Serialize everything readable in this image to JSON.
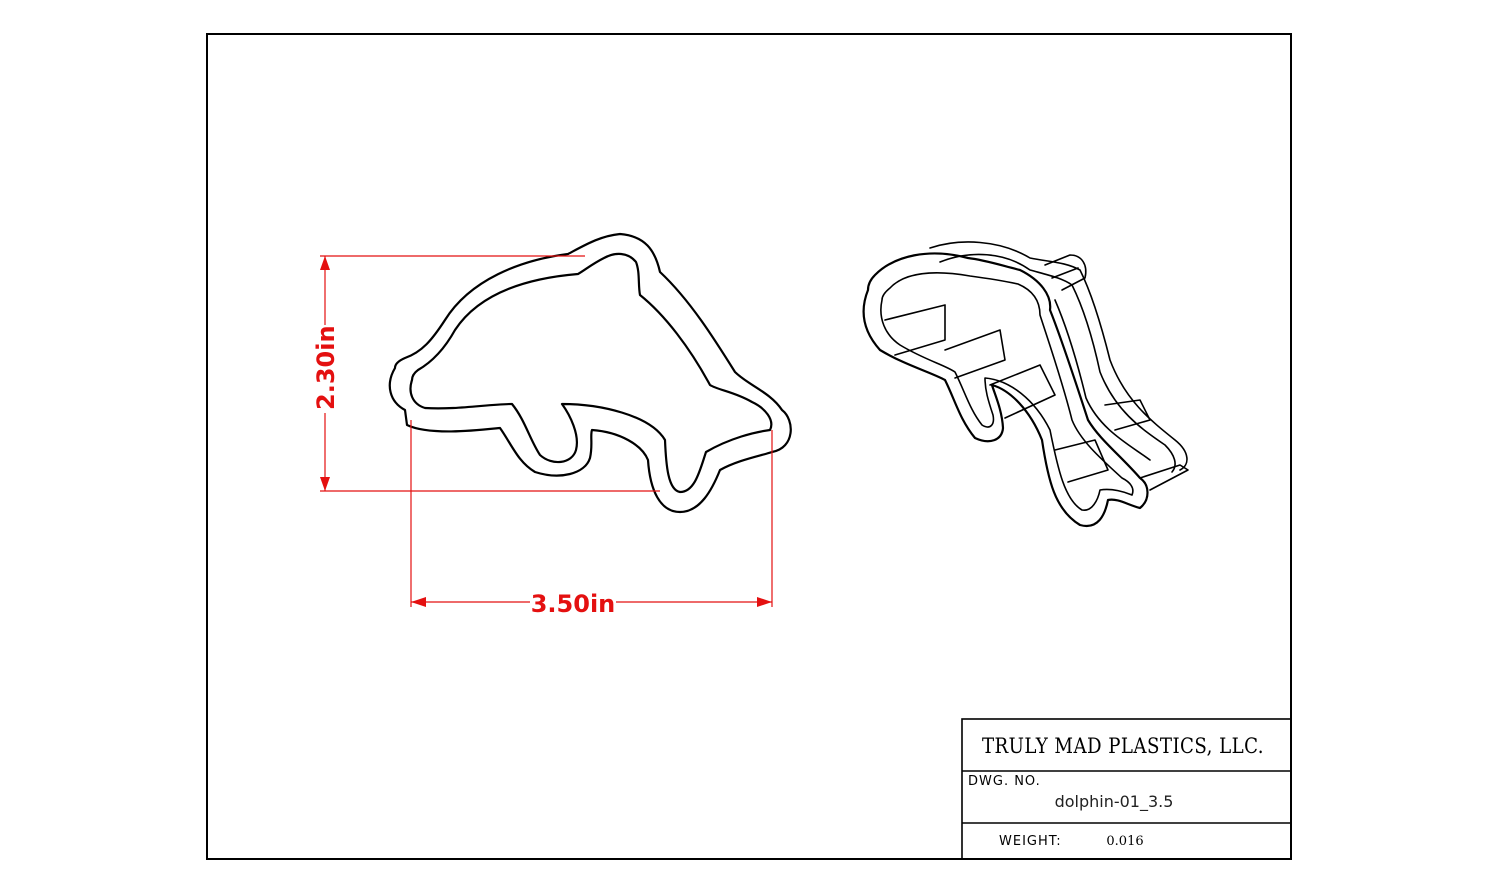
{
  "dimensions": {
    "height_label": "2.30in",
    "width_label": "3.50in"
  },
  "title_block": {
    "company": "TRULY MAD PLASTICS, LLC.",
    "dwg_no_label": "DWG. NO.",
    "dwg_no_value": "dolphin-01_3.5",
    "weight_label": "WEIGHT:",
    "weight_value": "0.016"
  },
  "colors": {
    "dimension": "#e41010",
    "lines": "#000000"
  }
}
